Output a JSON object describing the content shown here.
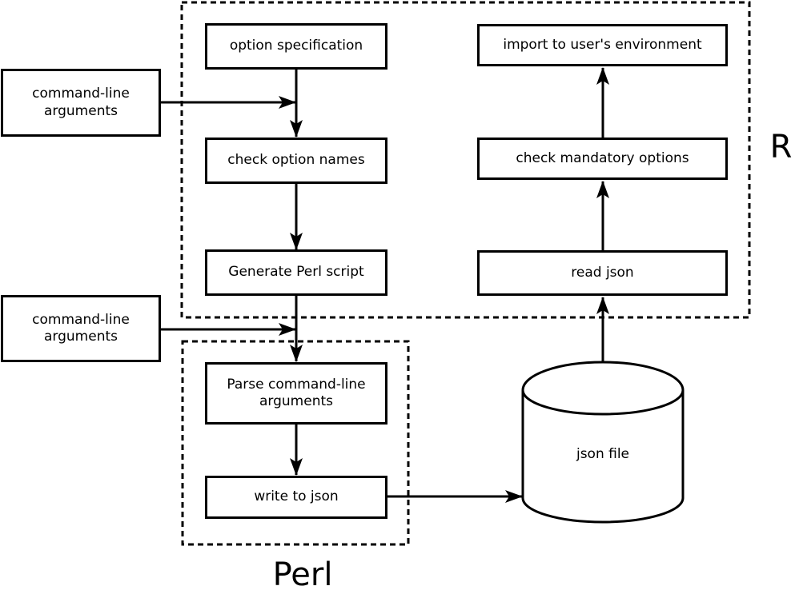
{
  "diagram": {
    "regions": {
      "r": {
        "label": "R"
      },
      "perl": {
        "label": "Perl"
      }
    },
    "nodes": {
      "option_spec": {
        "label": "option specification",
        "type": "process"
      },
      "check_names": {
        "label": "check option names",
        "type": "process"
      },
      "gen_perl": {
        "label": "Generate Perl script",
        "type": "process"
      },
      "parse_args": {
        "label": "Parse command-line arguments",
        "type": "process"
      },
      "write_json": {
        "label": "write to json",
        "type": "process"
      },
      "import_env": {
        "label": "import to user's environment",
        "type": "process"
      },
      "check_mandatory": {
        "label": "check mandatory options",
        "type": "process"
      },
      "read_json": {
        "label": "read json",
        "type": "process"
      },
      "cmdline_top": {
        "label": "command-line arguments",
        "type": "external-input"
      },
      "cmdline_bottom": {
        "label": "command-line arguments",
        "type": "external-input"
      },
      "json_file": {
        "label": "json file",
        "type": "datastore"
      }
    },
    "edges": [
      {
        "from": "option_spec",
        "to": "check_names"
      },
      {
        "from": "cmdline_top",
        "to": "check_names"
      },
      {
        "from": "check_names",
        "to": "gen_perl"
      },
      {
        "from": "gen_perl",
        "to": "parse_args"
      },
      {
        "from": "cmdline_bottom",
        "to": "parse_args"
      },
      {
        "from": "parse_args",
        "to": "write_json"
      },
      {
        "from": "write_json",
        "to": "json_file"
      },
      {
        "from": "json_file",
        "to": "read_json"
      },
      {
        "from": "read_json",
        "to": "check_mandatory"
      },
      {
        "from": "check_mandatory",
        "to": "import_env"
      }
    ],
    "colors": {
      "line": "#000000",
      "background": "#ffffff",
      "node_fill": "#ffffff",
      "text": "#000000"
    }
  }
}
